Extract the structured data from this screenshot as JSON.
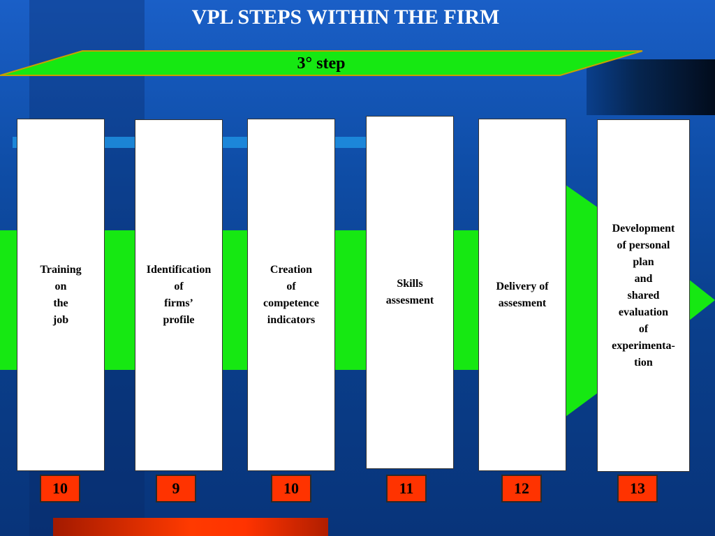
{
  "title": "VPL STEPS WITHIN THE FIRM",
  "banner": {
    "label": "3°  step",
    "color": "#16e812"
  },
  "steps": [
    {
      "label": "Training\non\nthe\njob",
      "number": "10"
    },
    {
      "label": "Identification\nof\nfirms’\nprofile",
      "number": "9"
    },
    {
      "label": "Creation\nof\ncompetence\nindicators",
      "number": "10"
    },
    {
      "label": "Skills\nassesment",
      "number": "11"
    },
    {
      "label": "Delivery of\nassesment",
      "number": "12"
    },
    {
      "label": "Development\nof personal\nplan\nand\nshared\nevaluation\nof\nexperimenta-\ntion",
      "number": "13"
    }
  ],
  "colors": {
    "background": "#0f4ea8",
    "number_badge": "#ff3300",
    "band": "#16e812"
  }
}
